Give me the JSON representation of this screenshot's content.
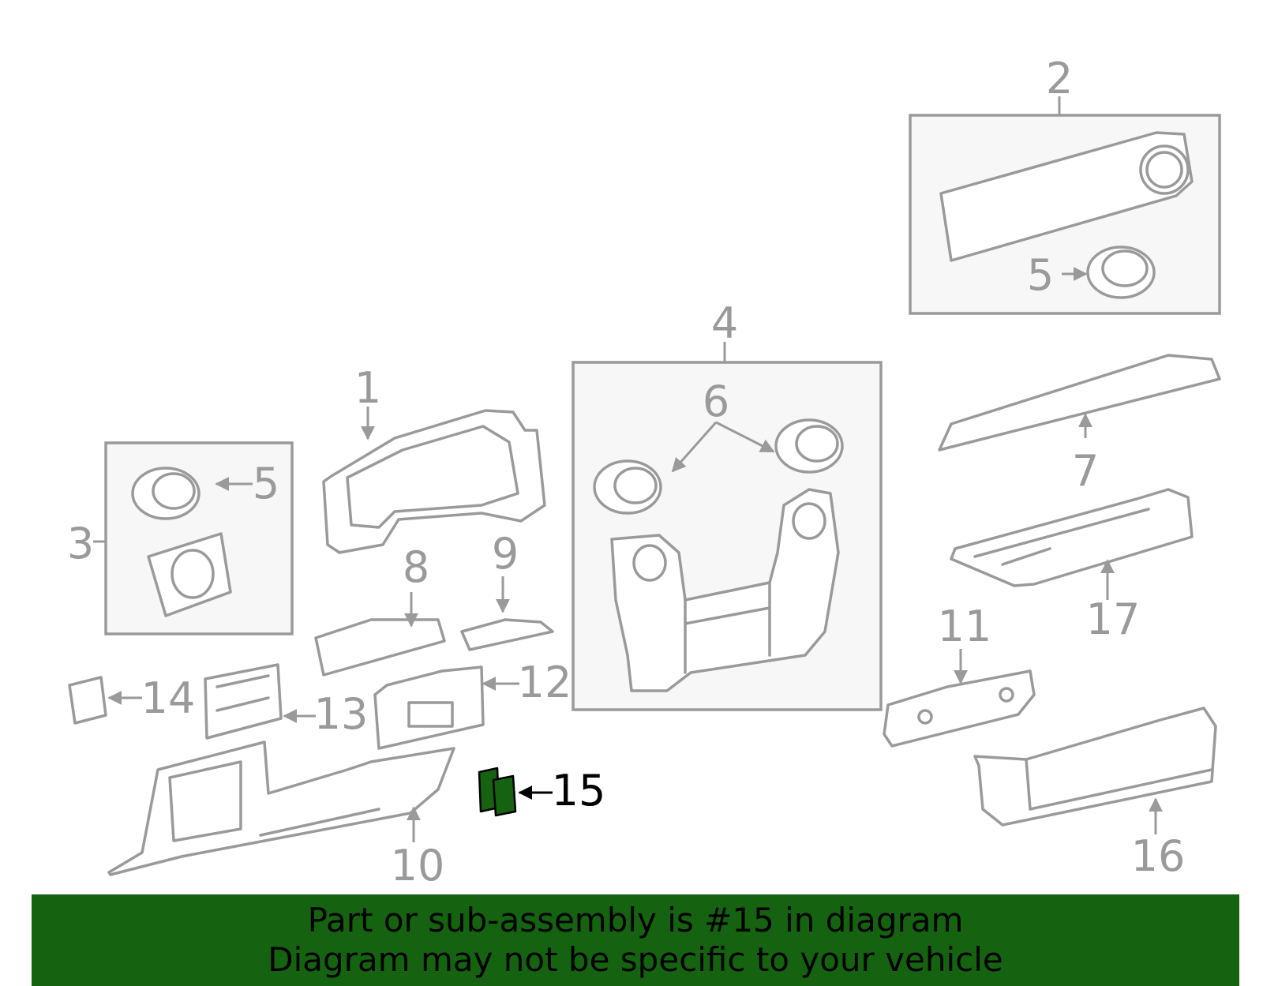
{
  "callouts": {
    "c1": "1",
    "c2": "2",
    "c3": "3",
    "c4": "4",
    "c5a": "5",
    "c5b": "5",
    "c6": "6",
    "c7": "7",
    "c8": "8",
    "c9": "9",
    "c10": "10",
    "c11": "11",
    "c12": "12",
    "c13": "13",
    "c14": "14",
    "c15": "15",
    "c16": "16",
    "c17": "17"
  },
  "highlighted_part": "15",
  "colors": {
    "highlight": "#156211",
    "line": "#9a9a9a",
    "box_fill": "#f7f7f7"
  },
  "banner": {
    "line1": "Part or sub-assembly is #15 in diagram",
    "line2": "Diagram may not be specific to your vehicle"
  }
}
